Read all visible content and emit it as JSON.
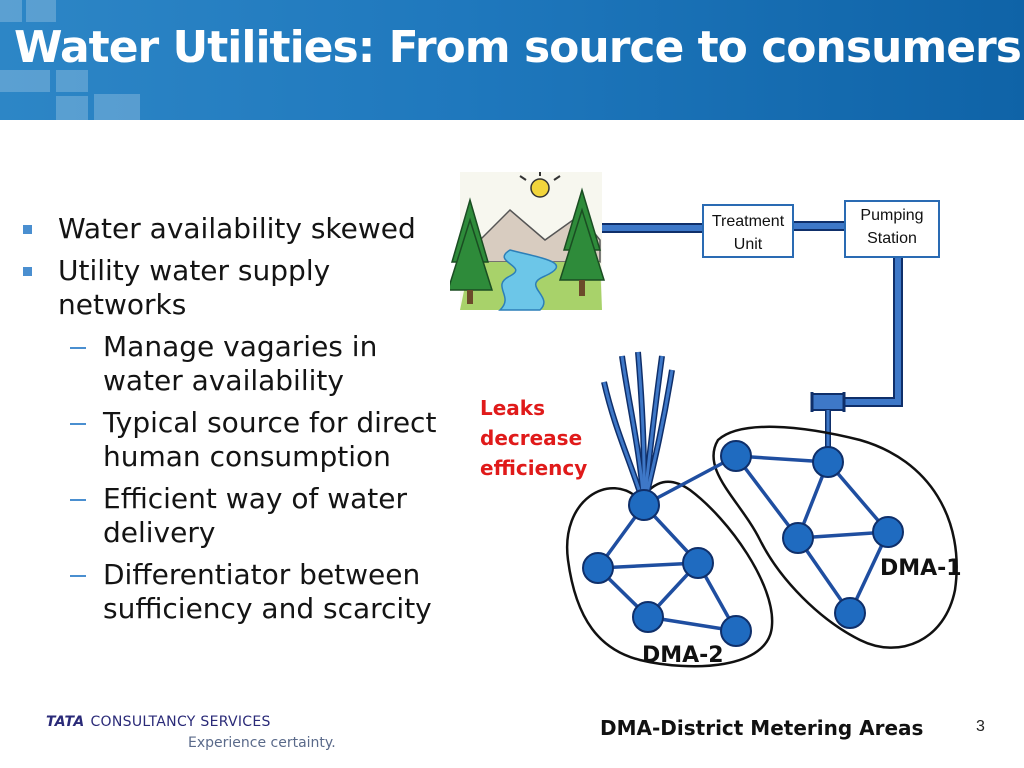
{
  "slide": {
    "title": "Water Utilities: From source to consumers",
    "page_number": "3"
  },
  "bullets": [
    {
      "text": "Water availability skewed",
      "level": 1
    },
    {
      "text": "Utility water supply networks",
      "level": 1
    },
    {
      "text": "Manage vagaries in water availability",
      "level": 2
    },
    {
      "text": "Typical source for direct human consumption",
      "level": 2
    },
    {
      "text": "Efficient way of water delivery",
      "level": 2
    },
    {
      "text": "Differentiator between sufficiency and scarcity",
      "level": 2
    }
  ],
  "diagram": {
    "treatment_unit": "Treatment Unit",
    "pumping_station": "Pumping Station",
    "leaks_note": "Leaks decrease efficiency",
    "dma1": "DMA-1",
    "dma2": "DMA-2",
    "caption": "DMA-District Metering Areas",
    "pipe_color": "#2a6bb3",
    "node_color": "#1f6bc0",
    "leak_text_color": "#e01a1a"
  },
  "footer": {
    "logo_brand": "TATA",
    "logo_company": "CONSULTANCY SERVICES",
    "logo_tagline": "Experience certainty."
  }
}
